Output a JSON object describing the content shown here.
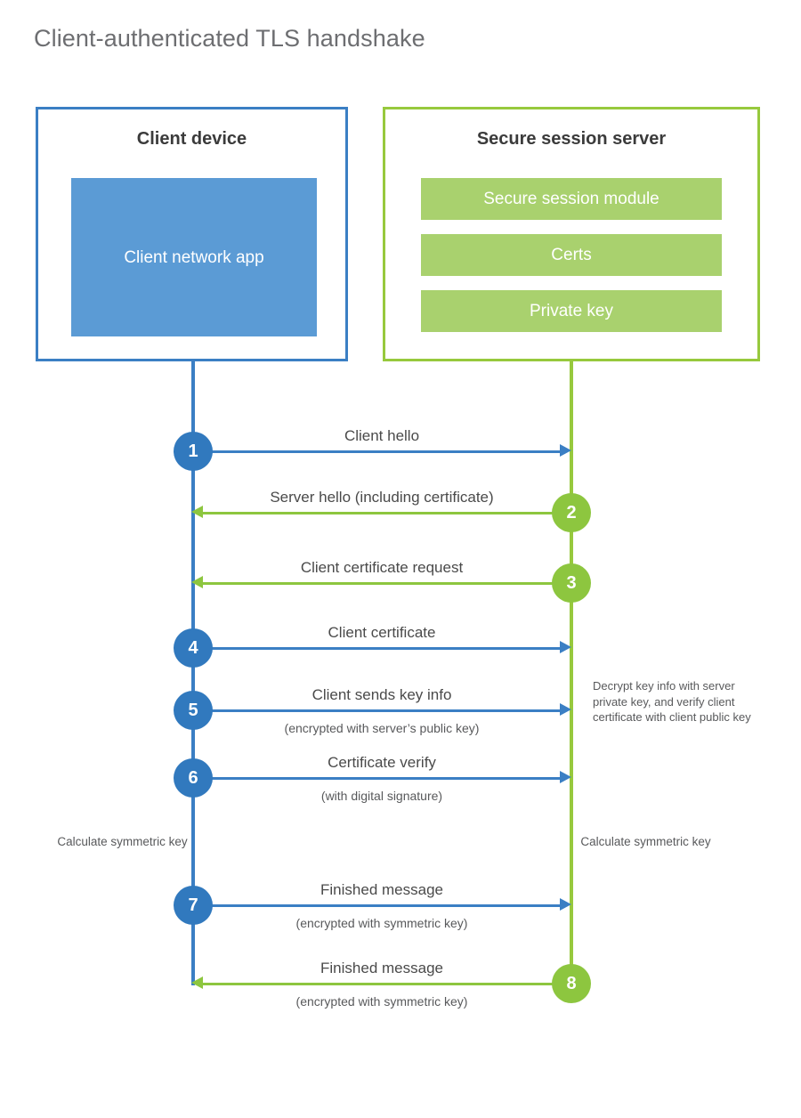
{
  "title": "Client-authenticated TLS handshake",
  "colors": {
    "client_accent": "#3b7fc4",
    "client_circle": "#3179be",
    "client_app_fill": "#5b9bd5",
    "server_accent": "#97c93d",
    "server_circle": "#8dc63f",
    "server_bar_fill": "#a9d16e",
    "title_text": "#6d6e71",
    "body_text": "#4a4a4a",
    "background": "#ffffff"
  },
  "client": {
    "title": "Client device",
    "app_label": "Client network app"
  },
  "server": {
    "title": "Secure session server",
    "components": [
      "Secure session module",
      "Certs",
      "Private key"
    ]
  },
  "steps": [
    {
      "number": "1",
      "label": "Client hello",
      "sublabel": "",
      "direction": "right",
      "color": "blue"
    },
    {
      "number": "2",
      "label": "Server hello (including certificate)",
      "sublabel": "",
      "direction": "left",
      "color": "green"
    },
    {
      "number": "3",
      "label": "Client certificate request",
      "sublabel": "",
      "direction": "left",
      "color": "green"
    },
    {
      "number": "4",
      "label": "Client certificate",
      "sublabel": "",
      "direction": "right",
      "color": "blue"
    },
    {
      "number": "5",
      "label": "Client sends key info",
      "sublabel": "(encrypted with server’s public key)",
      "direction": "right",
      "color": "blue"
    },
    {
      "number": "6",
      "label": "Certificate verify",
      "sublabel": "(with digital signature)",
      "direction": "right",
      "color": "blue"
    },
    {
      "number": "7",
      "label": "Finished message",
      "sublabel": "(encrypted with symmetric key)",
      "direction": "right",
      "color": "blue"
    },
    {
      "number": "8",
      "label": "Finished message",
      "sublabel": "(encrypted with symmetric key)",
      "direction": "left",
      "color": "green"
    }
  ],
  "notes": {
    "decrypt": "Decrypt key info with server private key, and verify client certificate with client public key",
    "client_calculate": "Calculate symmetric key",
    "server_calculate": "Calculate symmetric key"
  }
}
